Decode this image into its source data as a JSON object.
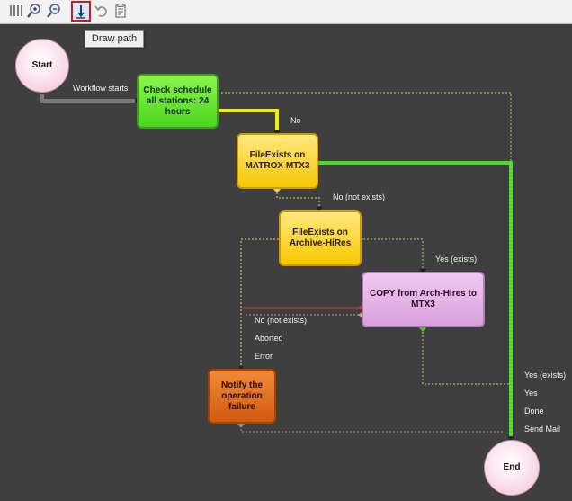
{
  "toolbar": {
    "buttons": [
      {
        "name": "grid-icon",
        "glyph": "|||"
      },
      {
        "name": "zoom-in-icon",
        "glyph": "+"
      },
      {
        "name": "zoom-out-icon",
        "glyph": "−"
      },
      {
        "name": "draw-path-icon",
        "glyph": "↓"
      },
      {
        "name": "undo-icon",
        "glyph": "↶"
      },
      {
        "name": "clipboard-icon",
        "glyph": "▤"
      }
    ],
    "tooltip": "Draw path"
  },
  "nodes": {
    "start": "Start",
    "check_schedule": "Check schedule all stations: 24 hours",
    "fileexists_matrox": "FileExists on MATROX MTX3",
    "fileexists_archive": "FileExists on Archive-HiRes",
    "copy_arch": "COPY from Arch-Hires to MTX3",
    "notify_failure": "Notify the operation failure",
    "end": "End"
  },
  "edge_labels": {
    "workflow_starts": "Workflow starts",
    "no": "No",
    "no_not_exists_1": "No (not exists)",
    "yes_exists_1": "Yes (exists)",
    "no_not_exists_2": "No (not exists)",
    "aborted": "Aborted",
    "error": "Error",
    "yes_exists_2": "Yes (exists)",
    "yes": "Yes",
    "done": "Done",
    "send_mail": "Send Mail"
  },
  "colors": {
    "canvas": "#3f3f3f",
    "path_green": "#44e020",
    "path_yellow": "#f0f000",
    "path_gray": "#7a7a7a",
    "dotted_green": "#9cd85c",
    "dotted_yellow": "#e8d060",
    "dotted_gray": "#9a9a9a",
    "error_red": "#d83030"
  }
}
